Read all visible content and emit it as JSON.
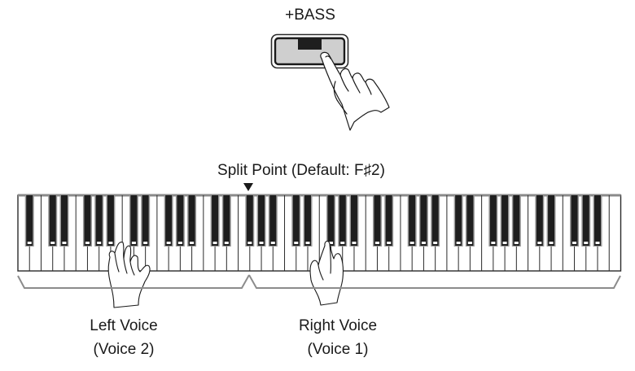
{
  "diagram": {
    "type": "keyboard-split-illustration",
    "bass_button": {
      "label": "+BASS",
      "state": "pressed-by-finger",
      "indicator": "lamp-on"
    },
    "split_point": {
      "label": "Split Point (Default: F♯2)",
      "marker": "down-triangle",
      "key": "F♯2"
    },
    "keyboard": {
      "total_keys": 88,
      "white_keys": 52,
      "lowest": "A",
      "highest": "C"
    },
    "zones": [
      {
        "name": "Left Voice",
        "sub": "(Voice 2)",
        "side": "left"
      },
      {
        "name": "Right Voice",
        "sub": "(Voice 1)",
        "side": "right"
      }
    ],
    "colors": {
      "outline": "#2a2a2a",
      "black_key": "#1e1e1e",
      "key_shadow": "#9a9a9a",
      "button_face": "#cfcfcf",
      "bracket": "#8c8c8c"
    }
  }
}
